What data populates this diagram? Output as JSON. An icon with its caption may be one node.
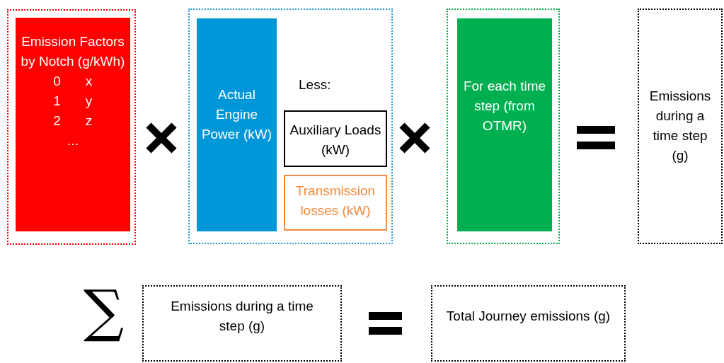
{
  "diagram": {
    "nodes": [
      {
        "text": [],
        "shape": "box"
      },
      {
        "text": [
          "Emission Factors by Notch (g/kWh)",
          "0",
          "x",
          "1",
          "y",
          "2",
          "z",
          "..."
        ],
        "in": 0
      },
      {
        "text": [],
        "shape": "box"
      },
      {
        "text": [
          "Actual Engine Power (kW)"
        ],
        "in": 2
      },
      {
        "text": [
          "Auxiliary Loads (kW)"
        ],
        "in": 2
      },
      {
        "text": [
          "Transmission losses (kW)"
        ],
        "in": 2
      },
      {
        "text": [],
        "shape": "box"
      },
      {
        "text": [
          "For each time step (from OTMR)"
        ],
        "in": 6
      },
      {
        "text": [
          "Emissions during a time step (g)"
        ]
      },
      {
        "text": [
          "Emissions during a time step (g)"
        ]
      },
      {
        "text": [
          "Total Journey emissions (g)"
        ]
      }
    ],
    "edges": [],
    "labels": [
      "Less:",
      "∑"
    ]
  }
}
